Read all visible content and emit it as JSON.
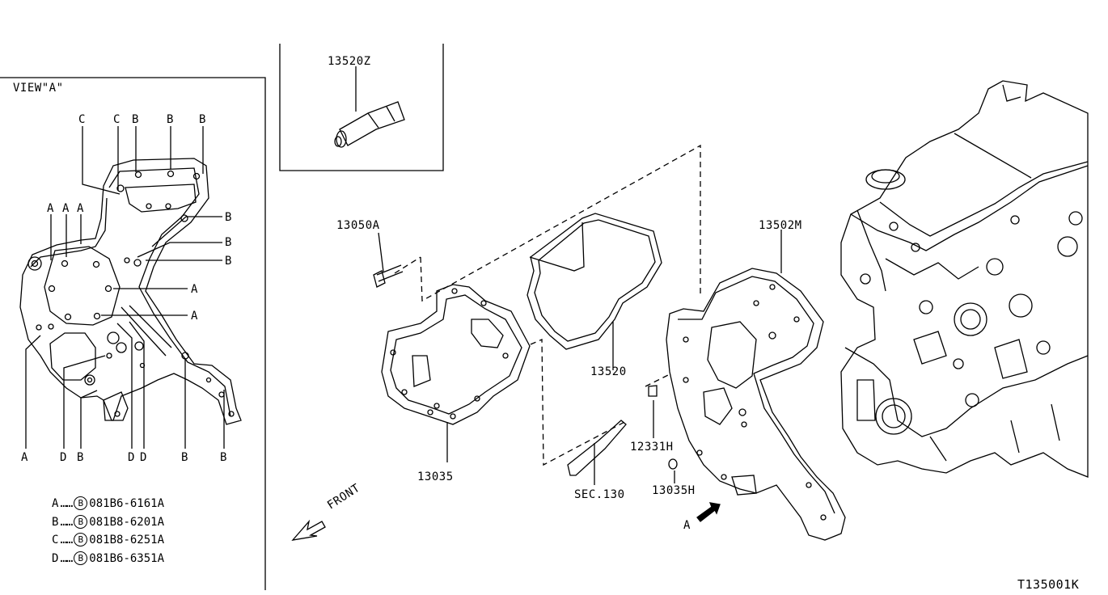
{
  "view": {
    "title": "VIEW\"A\"",
    "callouts_top": [
      "C",
      "C",
      "B",
      "B",
      "B"
    ],
    "callouts_left": [
      "A",
      "A",
      "A"
    ],
    "callouts_right": [
      "B",
      "B",
      "B",
      "A",
      "A"
    ],
    "callouts_bottom": [
      "A",
      "D",
      "B",
      "D",
      "D",
      "B",
      "B"
    ]
  },
  "legend": [
    {
      "key": "A",
      "dots": "……",
      "badge": "B",
      "part": "081B6-6161A"
    },
    {
      "key": "B",
      "dots": "……",
      "badge": "B",
      "part": "081B8-6201A"
    },
    {
      "key": "C",
      "dots": "……",
      "badge": "B",
      "part": "081B8-6251A"
    },
    {
      "key": "D",
      "dots": "……",
      "badge": "B",
      "part": "081B6-6351A"
    }
  ],
  "parts": {
    "p13520z": "13520Z",
    "p13050a": "13050A",
    "p13502m": "13502M",
    "p13520": "13520",
    "p12331h": "12331H",
    "p13035": "13035",
    "sec130": "SEC.130",
    "p13035h": "13035H",
    "arrow_a": "A",
    "front": "FRONT"
  },
  "diagram_code": "T135001K"
}
